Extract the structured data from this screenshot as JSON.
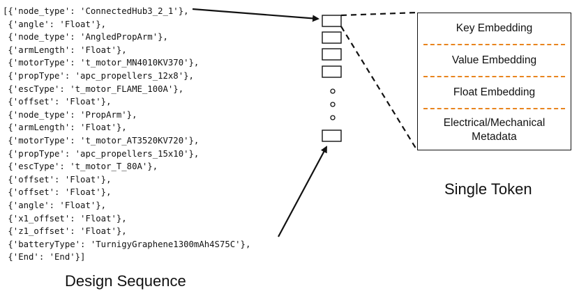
{
  "design_sequence": {
    "lines": [
      "[{'node_type': 'ConnectedHub3_2_1'},",
      " {'angle': 'Float'},",
      " {'node_type': 'AngledPropArm'},",
      " {'armLength': 'Float'},",
      " {'motorType': 't_motor_MN4010KV370'},",
      " {'propType': 'apc_propellers_12x8'},",
      " {'escType': 't_motor_FLAME_100A'},",
      " {'offset': 'Float'},",
      " {'node_type': 'PropArm'},",
      " {'armLength': 'Float'},",
      " {'motorType': 't_motor_AT3520KV720'},",
      " {'propType': 'apc_propellers_15x10'},",
      " {'escType': 't_motor_T_80A'},",
      " {'offset': 'Float'},",
      " {'offset': 'Float'},",
      " {'angle': 'Float'},",
      " {'x1_offset': 'Float'},",
      " {'z1_offset': 'Float'},",
      " {'batteryType': 'TurnigyGraphene1300mAh4S75C'},",
      " {'End': 'End'}]"
    ],
    "caption": "Design Sequence"
  },
  "token_sequence": {
    "box_count": 5,
    "ellipsis": "∘ ∘ ∘"
  },
  "single_token": {
    "sections": [
      "Key Embedding",
      "Value Embedding",
      "Float Embedding",
      "Electrical/Mechanical Metadata"
    ],
    "caption": "Single Token",
    "divider_color": "#e8841e"
  }
}
